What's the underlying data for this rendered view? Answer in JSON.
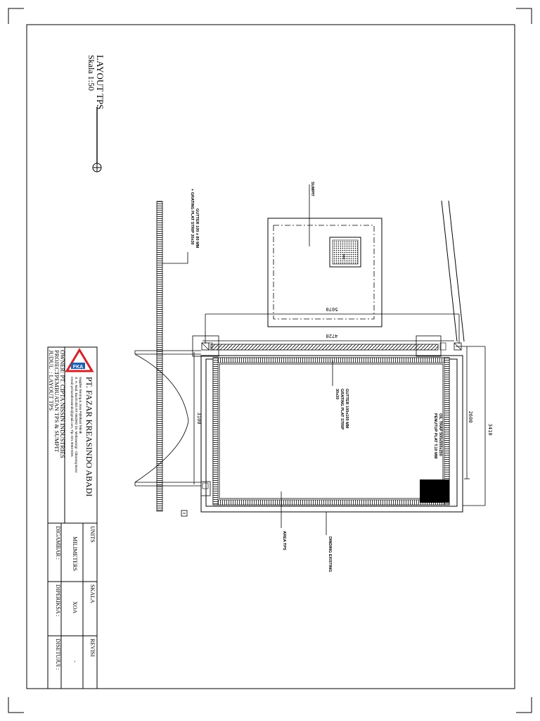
{
  "drawing": {
    "title": "LAYOUT TPS",
    "scale": "Skala 1:50"
  },
  "dimensions": {
    "sumpit_width": "5070",
    "tps_width": "4720",
    "tps_depth": "3100",
    "oil_trap_offset": "2600",
    "outer_offset": "3410"
  },
  "annotations": {
    "gutter_top_1": "GUTTER 100 x 80 MM",
    "gutter_top_2": "+ GRATING PLAT STRIP 30x30",
    "sumpit": "SUMPIT",
    "gutter_inner_1": "GUTTER 100x100 MM",
    "gutter_inner_2": "GRATING PLAT STRIP",
    "gutter_inner_3": "30x30",
    "oil_trap_1": "OIL TRAP 500x500x250",
    "oil_trap_2": "PENUTUP PLAT T.10 MM",
    "area_tps": "AREA TPS",
    "dinding": "DINDING EXISTING"
  },
  "title_block": {
    "company": "PT. FAZAR KREASINDO ABADI",
    "company_sub": "Supplier Barang & Jasa Pabrikasi Teknik",
    "address": "Jl. H. Mad. Bachi Idris RT 004/002 Ds. Mekarwangi - Cikarang Barat",
    "contact": "email: pt.fazarkreasindo@gmail.com, Tlp: 021 8993 8201",
    "logo_text": "FKA",
    "owner_label": "OWNER",
    "owner_value": ": PT. CIPTA NISSIN INDUSTRIES",
    "project_label": "PROJECT",
    "project_value": ": PEMBUATAN TPS & SUMPIT",
    "judul_label": "JUDUL",
    "judul_value": ": LAYOUT TPS",
    "units_label": "UNITS",
    "units_value": "MILIMETERS",
    "skala_label": "SKALA",
    "skala_value": "XOA",
    "revisi_label": "REVISI",
    "revisi_value": "-",
    "digambar_label": "DIGAMBAR :",
    "diperiksa_label": "DIPERIKSA :",
    "disetujui_label": "DISETUJUI :"
  },
  "colors": {
    "line": "#000000",
    "logo_red": "#d2232a",
    "logo_blue": "#1f5fae"
  }
}
